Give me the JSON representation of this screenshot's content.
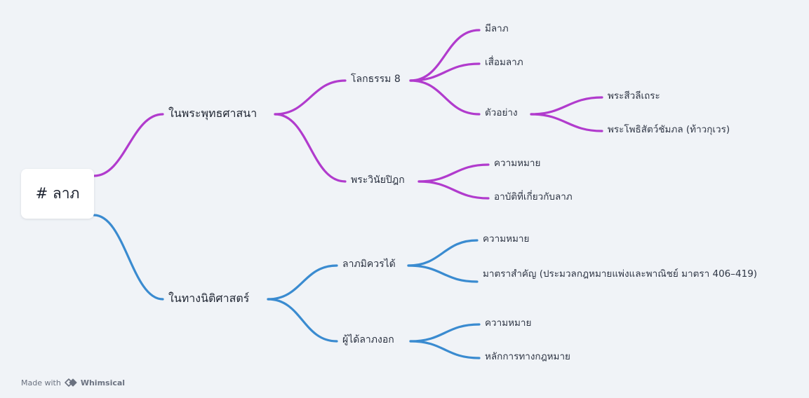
{
  "mindmap": {
    "root": "# ลาภ",
    "branch_colors": {
      "buddhism": "#b13bcd",
      "law": "#3a8bd0"
    },
    "buddhism": {
      "label": "ในพระพุทธศาสนา",
      "lokadhamma": {
        "label": "โลกธรรม 8",
        "items": [
          "มีลาภ",
          "เสื่อมลาภ"
        ],
        "examples": {
          "label": "ตัวอย่าง",
          "items": [
            "พระสีวลีเถระ",
            "พระโพธิสัตว์ชัมภล (ท้าวกุเวร)"
          ]
        }
      },
      "vinaya": {
        "label": "พระวินัยปิฎก",
        "items": [
          "ความหมาย",
          "อาบัติที่เกี่ยวกับลาภ"
        ]
      }
    },
    "law": {
      "label": "ในทางนิติศาสตร์",
      "undue_gain": {
        "label": "ลาภมิควรได้",
        "items": [
          "ความหมาย",
          "มาตราสำคัญ (ประมวลกฎหมายแพ่งและพาณิชย์ มาตรา 406–419)"
        ]
      },
      "windfall": {
        "label": "ผู้ได้ลาภงอก",
        "items": [
          "ความหมาย",
          "หลักการทางกฎหมาย"
        ]
      }
    }
  },
  "footer": {
    "made_with": "Made with",
    "brand": "Whimsical",
    "logo_icon": "whimsical-logo-icon"
  }
}
